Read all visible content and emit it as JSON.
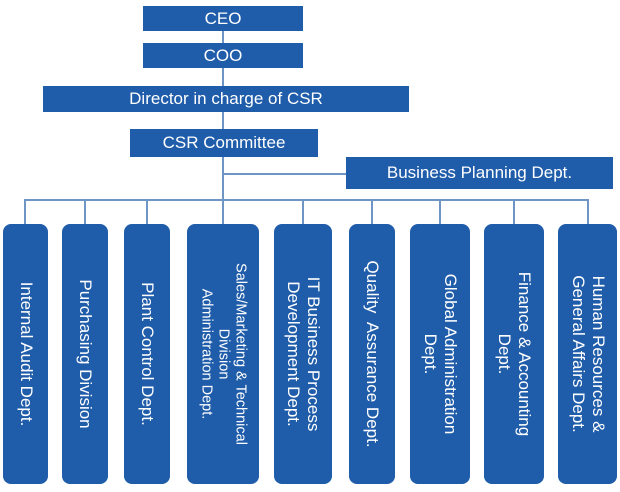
{
  "colors": {
    "box": "#1f5ca9",
    "line": "#6f95c4"
  },
  "top": {
    "ceo": "CEO",
    "coo": "COO",
    "director": "Director in charge of CSR",
    "committee": "CSR Committee",
    "planning": "Business Planning Dept."
  },
  "departments": [
    "Internal Audit Dept.",
    "Purchasing Division",
    "Plant Control Dept.",
    "Sales/Marketing & Technical\nDivision\nAdministration Dept.",
    "IT Business Process\nDevelopment Dept.",
    "Quality  Assurance Dept.",
    "Global Administration\nDept.",
    "Finance & Accounting\nDept.",
    "Human Resources &\nGeneral Affairs Dept."
  ]
}
